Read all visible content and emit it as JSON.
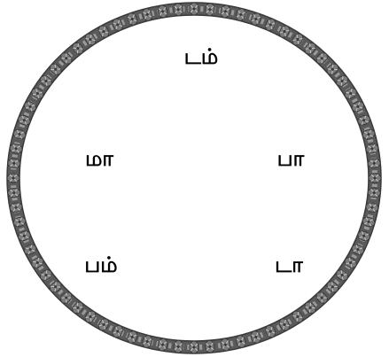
{
  "syllables": {
    "top": "டம்",
    "left": "மா",
    "right": "பா",
    "bottom_left": "பம்",
    "bottom_right": "டா"
  },
  "colors": {
    "ring_dark": "#3a3a3a",
    "ring_mid": "#7a7a7a",
    "ring_light": "#c8c8c8",
    "text": "#000000",
    "background": "#ffffff"
  },
  "decoration": {
    "frame_icon": "ornamental-lace-ring"
  }
}
